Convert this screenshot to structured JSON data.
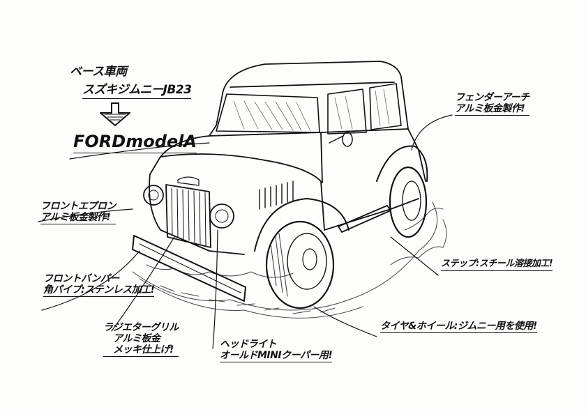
{
  "header": {
    "base_label": "ベース車両",
    "base_model": "スズキジムニーJB23",
    "arrow_icon": "down-arrow-icon",
    "target_model": "FORDmodelA"
  },
  "annotations": {
    "fender_arch": "フェンダーアーチ",
    "fender_arch_detail": "アルミ板金製作!",
    "front_apron": "フロントエプロン",
    "front_apron_detail": "アルミ板金製作!",
    "step": "ステップ:スチール溶接加工!",
    "front_bumper": "フロントバンパー",
    "front_bumper_detail": "角パイプ:ステンレス加工!",
    "radiator_grille": "ラジエターグリル",
    "radiator_grille_material": "アルミ板金",
    "radiator_grille_finish": "メッキ仕上げ!",
    "headlight": "ヘッドライト",
    "headlight_detail": "オールドMINIクーパー用!",
    "tire_wheel": "タイヤ&ホイール:ジムニー用を使用!"
  },
  "colors": {
    "ink": "#111111",
    "paper": "#fdfdfc",
    "shade": "#555555"
  }
}
